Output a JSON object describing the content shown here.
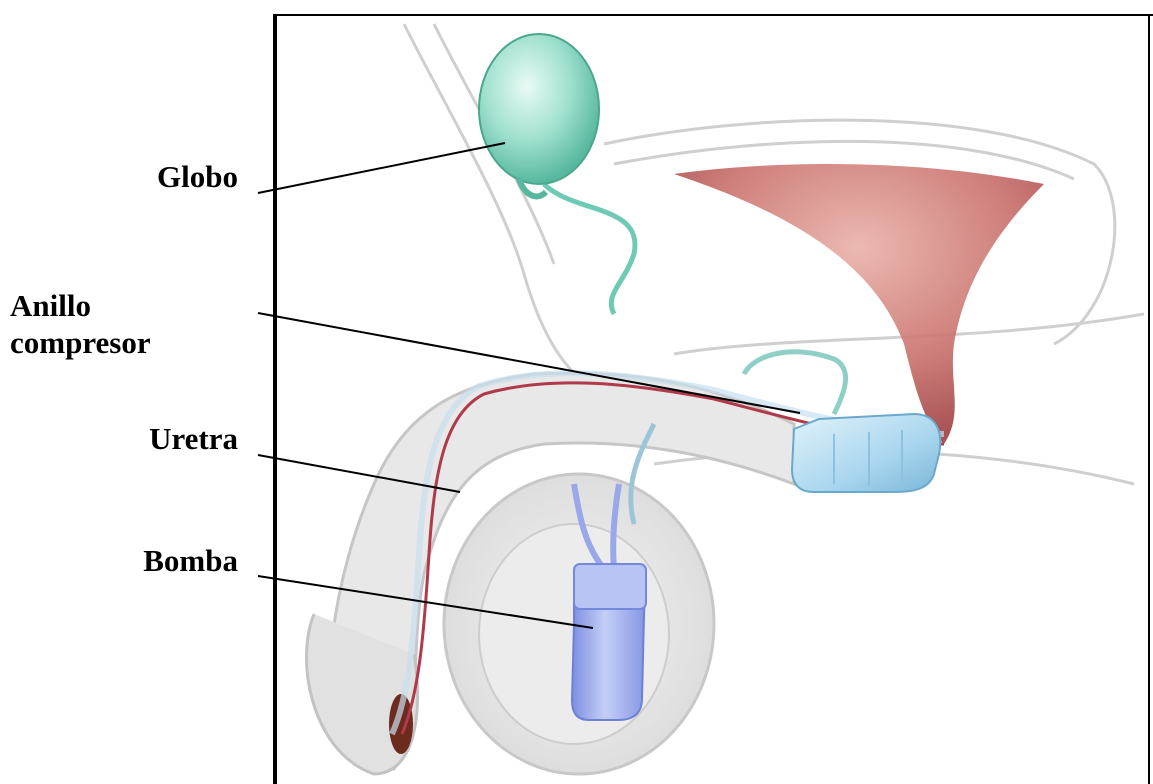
{
  "labels": {
    "globo": "Globo",
    "anillo_line1": "Anillo",
    "anillo_line2": "compresor",
    "uretra": "Uretra",
    "bomba": "Bomba"
  },
  "colors": {
    "balloon": "#8fd9c6",
    "cuff": "#a9d6ee",
    "pump": "#9fb0ee",
    "bladder": "#c9706c",
    "urethra": "#b0394a",
    "tissue": "#e6e6e6"
  }
}
